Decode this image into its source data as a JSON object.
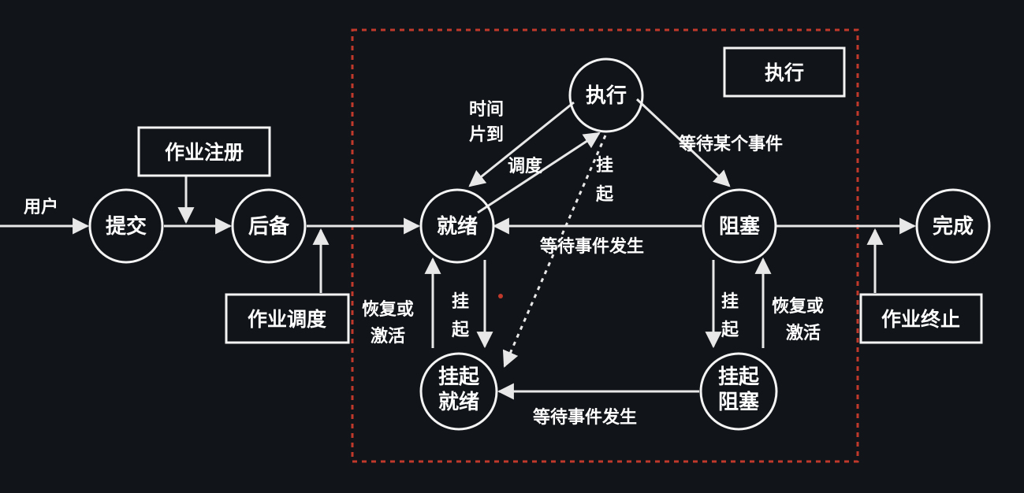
{
  "nodes": {
    "submit": "提交",
    "backup": "后备",
    "ready": "就绪",
    "execute": "执行",
    "blocked": "阻塞",
    "done": "完成",
    "suspend_ready_1": "挂起",
    "suspend_ready_2": "就绪",
    "suspend_blocked_1": "挂起",
    "suspend_blocked_2": "阻塞"
  },
  "boxes": {
    "register": "作业注册",
    "schedule": "作业调度",
    "execute_region": "执行",
    "terminate": "作业终止"
  },
  "edges": {
    "user": "用户",
    "timeslice_1": "时间",
    "timeslice_2": "片到",
    "dispatch": "调度",
    "wait_event": "等待某个事件",
    "suspend_exec_1": "挂",
    "suspend_exec_2": "起",
    "event_occurs_top": "等待事件发生",
    "resume_left_1": "恢复或",
    "resume_left_2": "激活",
    "suspend_left_1": "挂",
    "suspend_left_2": "起",
    "suspend_right_1": "挂",
    "suspend_right_2": "起",
    "resume_right_1": "恢复或",
    "resume_right_2": "激活",
    "event_occurs_bottom": "等待事件发生"
  },
  "colors": {
    "background": "#111418",
    "foreground": "#f4f4f4",
    "region_border": "#c0392b"
  }
}
